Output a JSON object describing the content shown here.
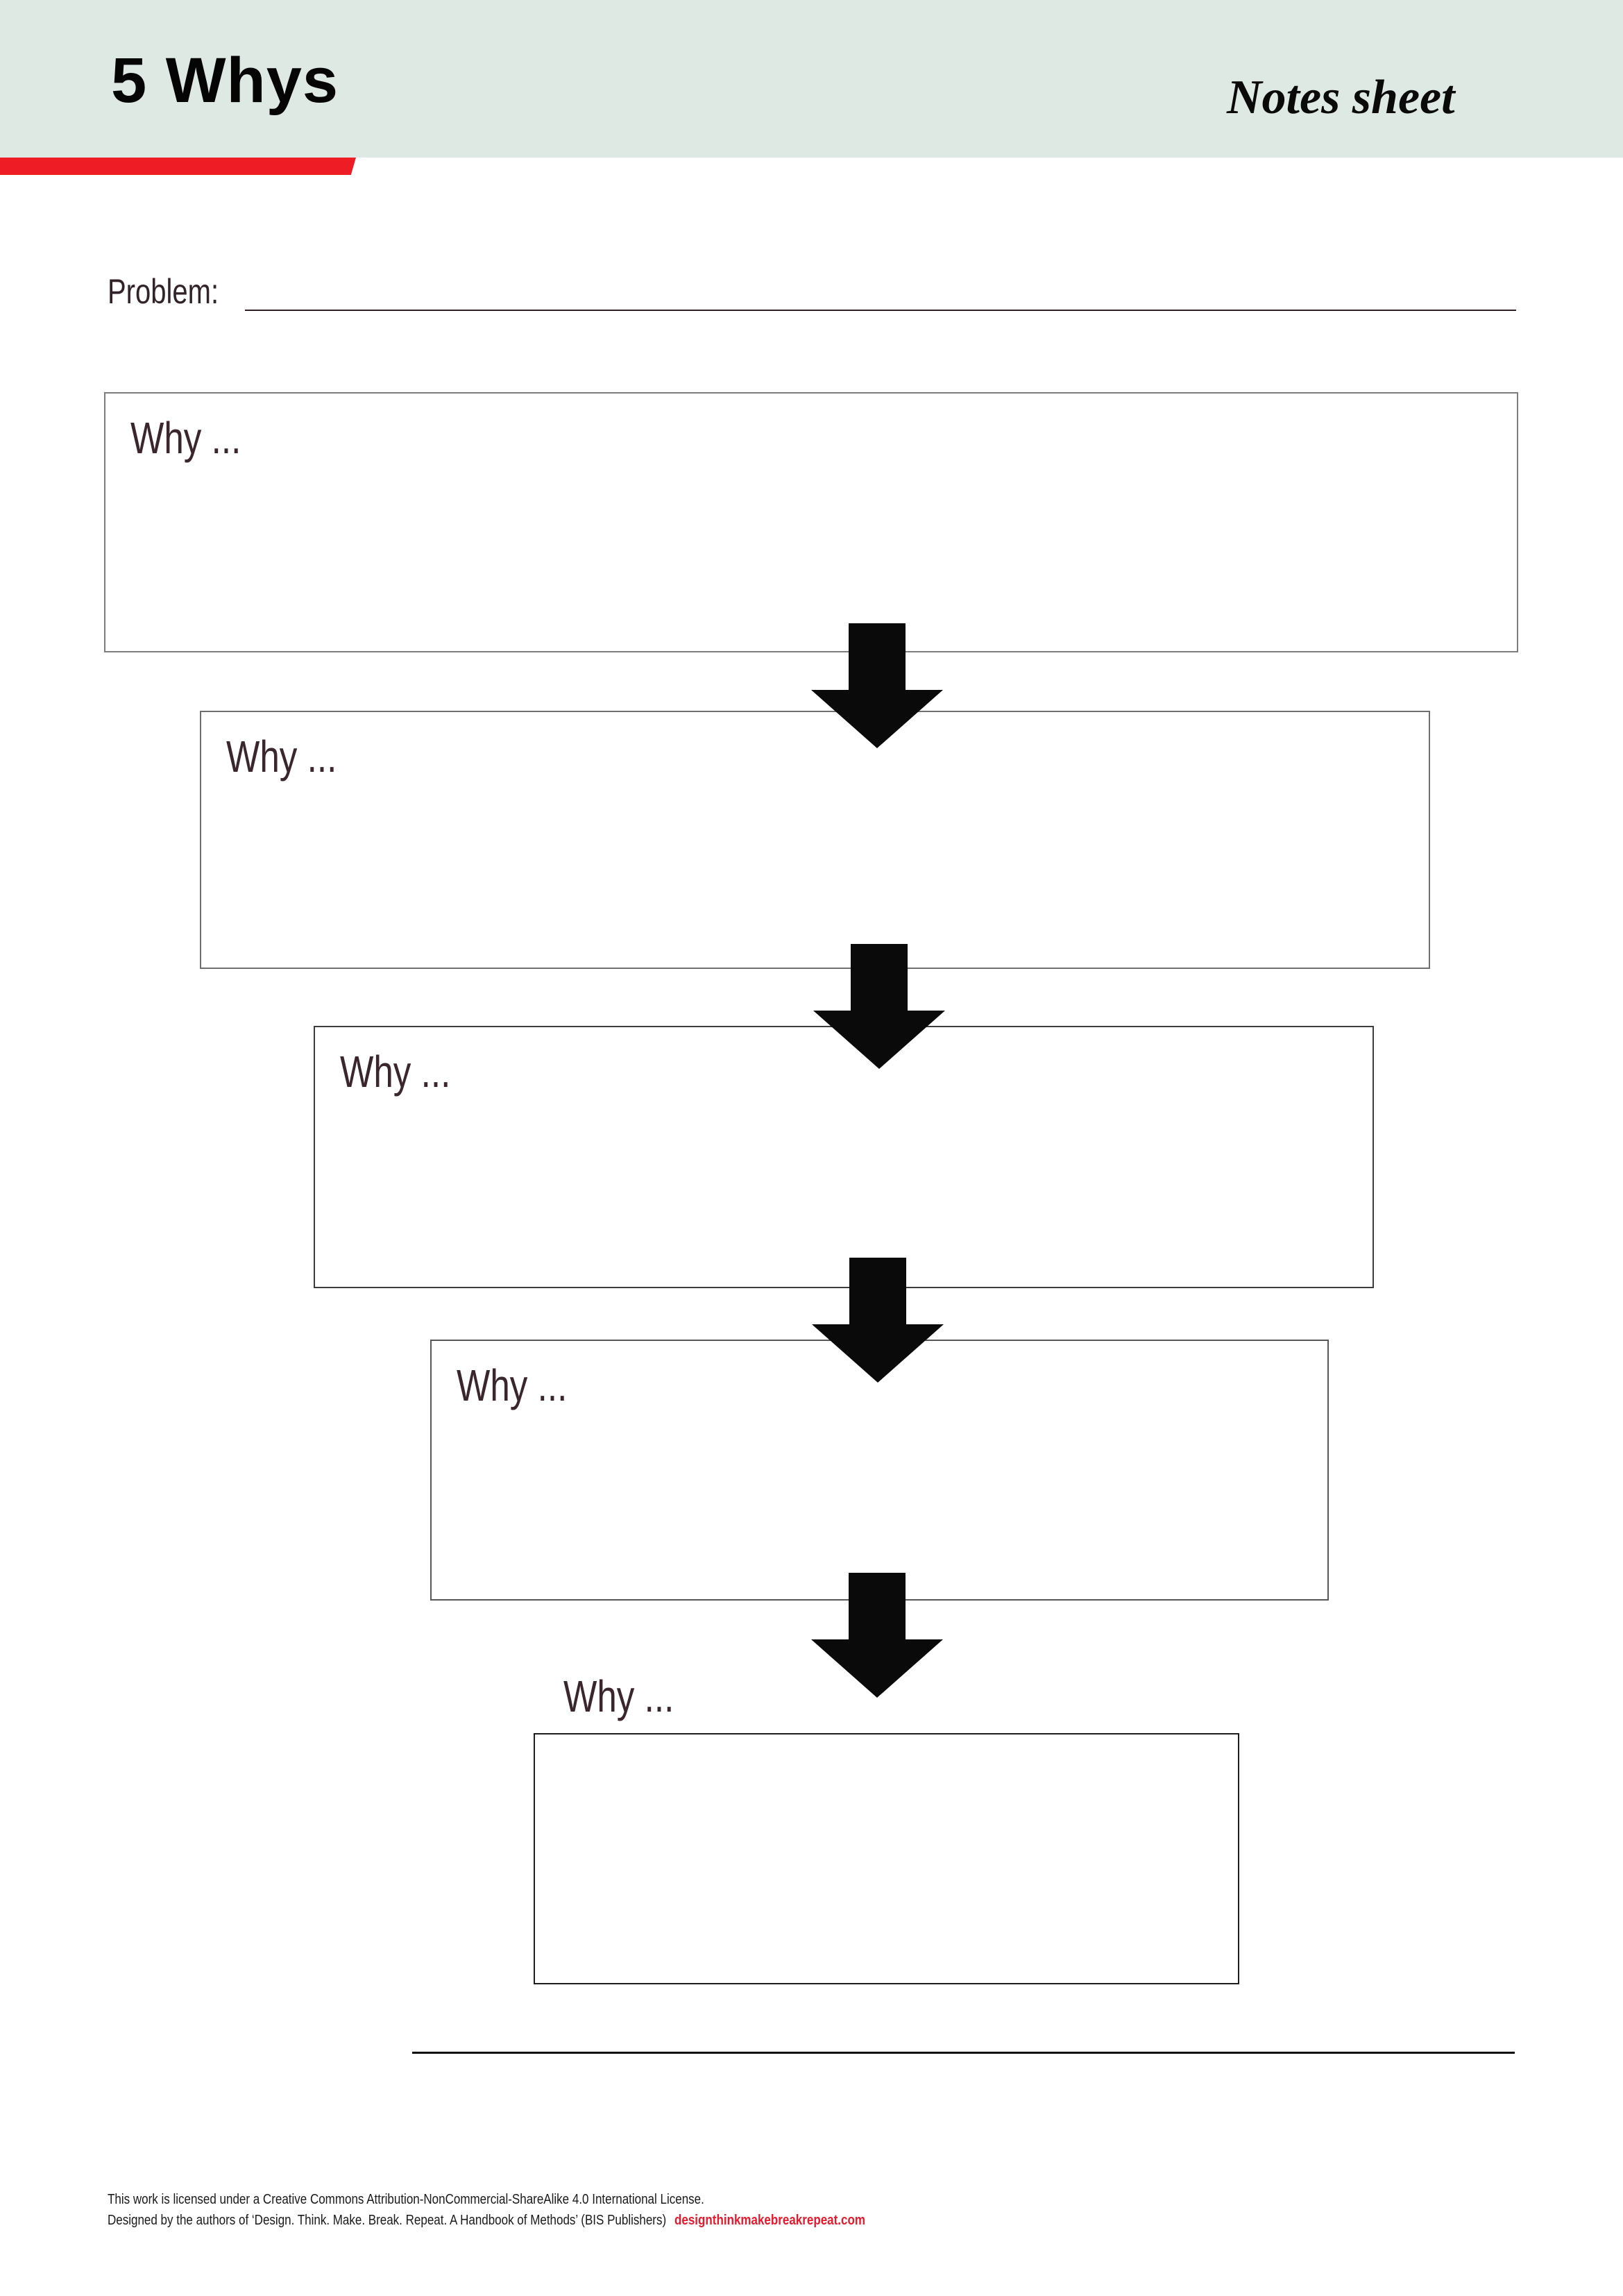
{
  "header": {
    "title": "5 Whys",
    "subtitle": "Notes sheet",
    "colors": {
      "band_bg": "#dee9e3",
      "accent_red": "#ee1c25"
    }
  },
  "problem": {
    "label": "Problem:"
  },
  "whys": {
    "label_color": "#3a262c",
    "arrow_color": "#0a0a0a",
    "arrow_icon": "down-arrow-icon",
    "items": [
      {
        "label": "Why ..."
      },
      {
        "label": "Why ..."
      },
      {
        "label": "Why ..."
      },
      {
        "label": "Why ..."
      },
      {
        "label": "Why ..."
      }
    ]
  },
  "footer": {
    "license": "This work is licensed under a Creative Commons Attribution-NonCommercial-ShareAlike 4.0 International License.",
    "credit": "Designed by the authors of ‘Design. Think. Make. Break. Repeat. A Handbook of Methods’ (BIS Publishers)",
    "link": "designthinkmakebreakrepeat.com",
    "link_color": "#e8192c"
  }
}
